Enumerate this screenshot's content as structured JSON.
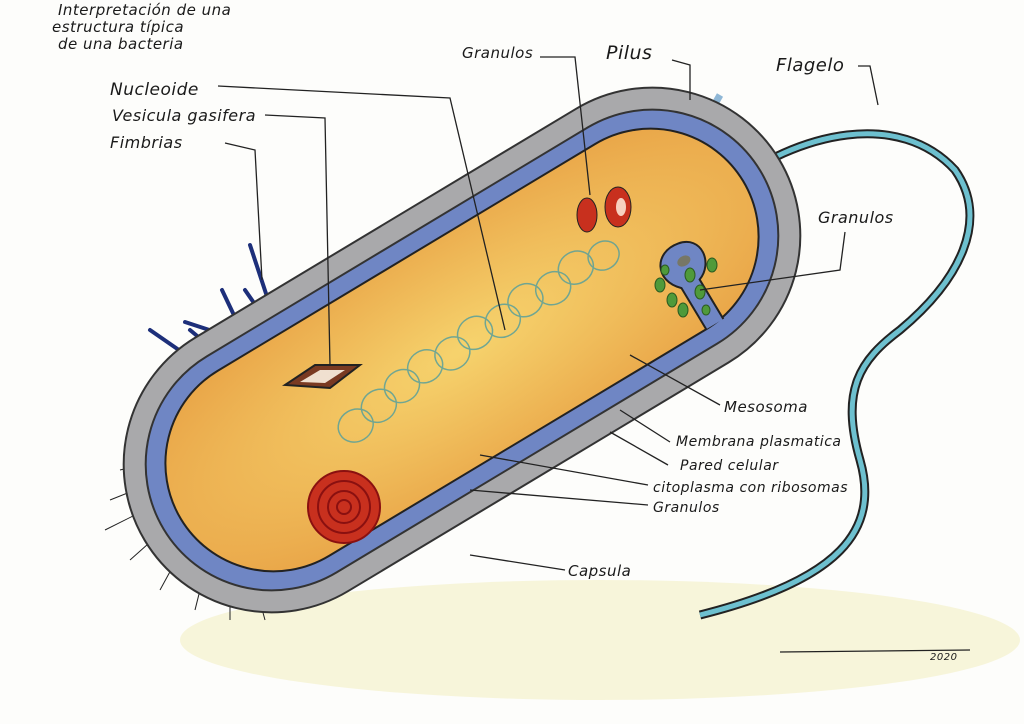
{
  "title": [
    "Interpretación de una",
    "estructura típica",
    "de una bacteria"
  ],
  "labels": {
    "nucleoide": "Nucleoide",
    "vesicula": "Vesicula gasifera",
    "fimbrias": "Fimbrias",
    "granulos_top": "Granulos",
    "pilus": "Pilus",
    "flagelo": "Flagelo",
    "granulos_right": "Granulos",
    "mesosoma": "Mesosoma",
    "membrana": "Membrana plasmatica",
    "pared": "Pared celular",
    "citoplasma": "citoplasma con ribosomas",
    "granulos_bottom": "Granulos",
    "capsula": "Capsula"
  },
  "signature": {
    "year": "2020"
  },
  "colors": {
    "capsule": "#a9a9ab",
    "wall": "#6f86c4",
    "cytoplasm": "#f2c25a",
    "flagellum": "#5fb5c4",
    "granule_red": "#c8301e",
    "granule_green": "#4f9a3a"
  }
}
